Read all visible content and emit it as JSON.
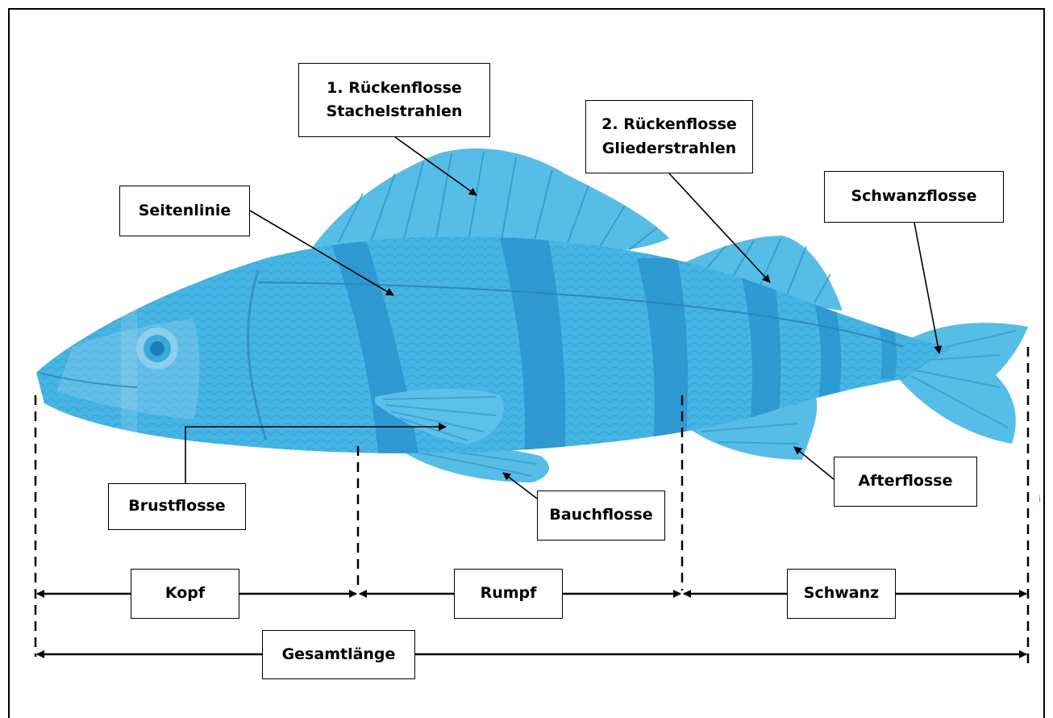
{
  "colors": {
    "fish": "#41b3e3",
    "fish_dark": "#2894cc",
    "fish_light": "#a9d8ee",
    "line": "#000000"
  },
  "labels": {
    "dorsal1": "1. Rückenflosse\nStachelstrahlen",
    "dorsal2": "2. Rückenflosse\nGliederstrahlen",
    "caudal": "Schwanzflosse",
    "lateral_line": "Seitenlinie",
    "pectoral": "Brustflosse",
    "pelvic": "Bauchflosse",
    "anal": "Afterflosse"
  },
  "sections": {
    "head": "Kopf",
    "trunk": "Rumpf",
    "tail": "Schwanz",
    "total": "Gesamtlänge"
  },
  "corner_mark": "i"
}
